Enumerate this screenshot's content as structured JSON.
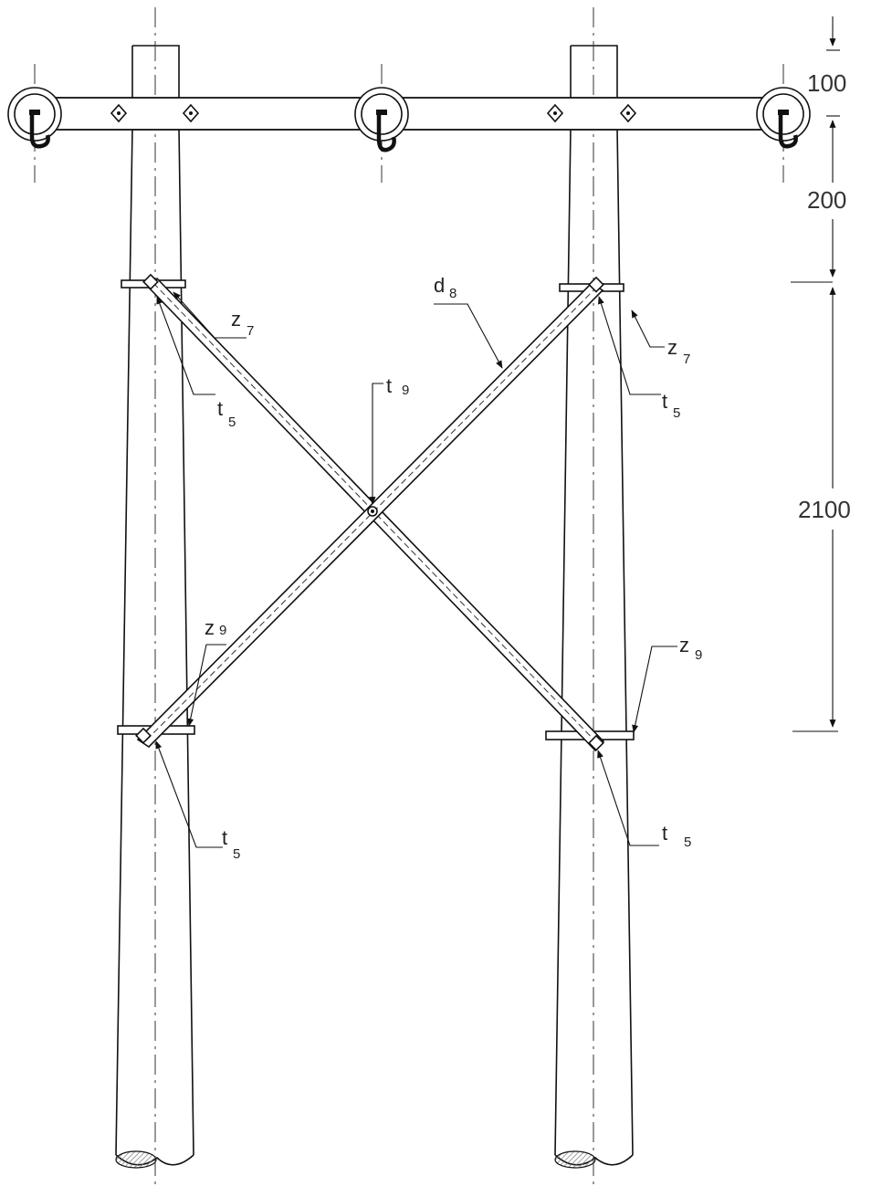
{
  "dimensions": [
    "100",
    "200",
    "2100"
  ],
  "labels": {
    "z7": {
      "base": "z",
      "sub": "7"
    },
    "t5": {
      "base": "t",
      "sub": "5"
    },
    "t9": {
      "base": "t",
      "sub": "9"
    },
    "d8": {
      "base": "d",
      "sub": "8"
    },
    "z9": {
      "base": "z",
      "sub": "9"
    }
  },
  "colors": {
    "line": "#111111",
    "hatch": "#888888"
  }
}
